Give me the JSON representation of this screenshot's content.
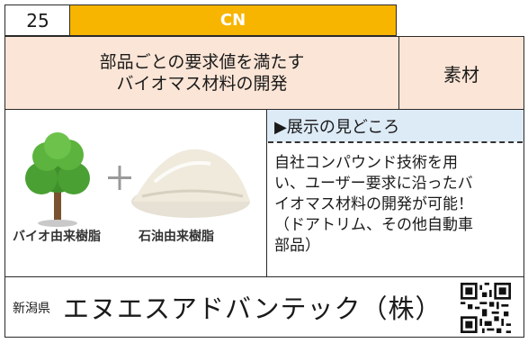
{
  "header": {
    "number": "25",
    "tag": "CN",
    "tag_color": "#f7b500"
  },
  "title": {
    "line1": "部品ごとの要求値を満たす",
    "line2": "バイオマス材料の開発",
    "category": "素材"
  },
  "figure": {
    "left_caption": "バイオ由来樹脂",
    "right_caption": "石油由来樹脂",
    "left_image": "tree-icon",
    "right_image": "resin-powder-pile"
  },
  "highlight": {
    "heading": "▶展示の見どころ",
    "body": [
      "自社コンパウンド技術を用",
      "い、ユーザー要求に沿ったバ",
      "イオマス材料の開発が可能！",
      "（ドアトリム、その他自動車",
      "部品）"
    ]
  },
  "footer": {
    "prefecture": "新潟県",
    "company": "エヌエスアドバンテック（株）",
    "qr_icon": "qr-code-icon"
  }
}
